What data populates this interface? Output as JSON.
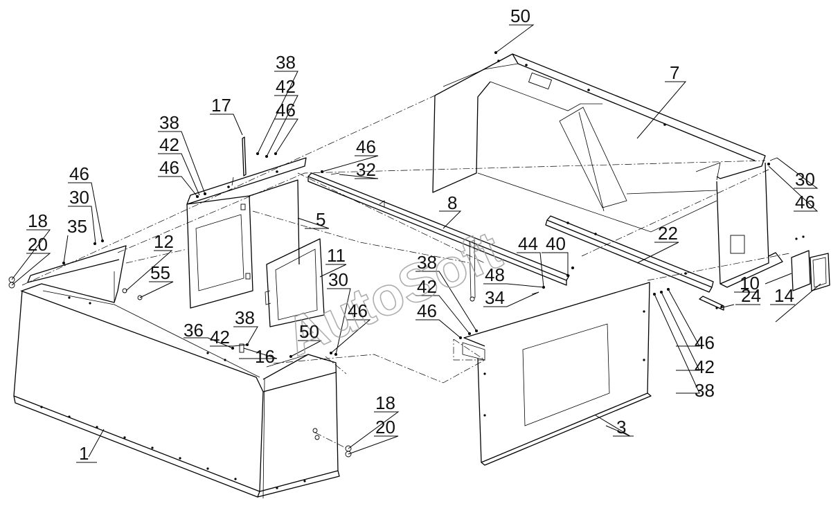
{
  "watermark": "AutoSoft",
  "callouts": [
    {
      "id": "c50a",
      "text": "50"
    },
    {
      "id": "c38a",
      "text": "38"
    },
    {
      "id": "c42a",
      "text": "42"
    },
    {
      "id": "c46a",
      "text": "46"
    },
    {
      "id": "c17",
      "text": "17"
    },
    {
      "id": "c38b",
      "text": "38"
    },
    {
      "id": "c42b",
      "text": "42"
    },
    {
      "id": "c46b",
      "text": "46"
    },
    {
      "id": "c46c",
      "text": "46"
    },
    {
      "id": "c32",
      "text": "32"
    },
    {
      "id": "c7",
      "text": "7"
    },
    {
      "id": "c30a",
      "text": "30"
    },
    {
      "id": "c46d",
      "text": "46"
    },
    {
      "id": "c46e",
      "text": "46"
    },
    {
      "id": "c30b",
      "text": "30"
    },
    {
      "id": "c18a",
      "text": "18"
    },
    {
      "id": "c20a",
      "text": "20"
    },
    {
      "id": "c35",
      "text": "35"
    },
    {
      "id": "c5",
      "text": "5"
    },
    {
      "id": "c8",
      "text": "8"
    },
    {
      "id": "c22",
      "text": "22"
    },
    {
      "id": "c12",
      "text": "12"
    },
    {
      "id": "c55",
      "text": "55"
    },
    {
      "id": "c11",
      "text": "11"
    },
    {
      "id": "c30c",
      "text": "30"
    },
    {
      "id": "c44",
      "text": "44"
    },
    {
      "id": "c40",
      "text": "40"
    },
    {
      "id": "c48",
      "text": "48"
    },
    {
      "id": "c34",
      "text": "34"
    },
    {
      "id": "c10",
      "text": "10"
    },
    {
      "id": "c24",
      "text": "24"
    },
    {
      "id": "c14",
      "text": "14"
    },
    {
      "id": "c38c",
      "text": "38"
    },
    {
      "id": "c42c",
      "text": "42"
    },
    {
      "id": "c46f",
      "text": "46"
    },
    {
      "id": "c38d",
      "text": "38"
    },
    {
      "id": "c42d",
      "text": "42"
    },
    {
      "id": "c36",
      "text": "36"
    },
    {
      "id": "c16",
      "text": "16"
    },
    {
      "id": "c50b",
      "text": "50"
    },
    {
      "id": "c46g",
      "text": "46"
    },
    {
      "id": "c46h",
      "text": "46"
    },
    {
      "id": "c42e",
      "text": "42"
    },
    {
      "id": "c38e",
      "text": "38"
    },
    {
      "id": "c18b",
      "text": "18"
    },
    {
      "id": "c20b",
      "text": "20"
    },
    {
      "id": "c1",
      "text": "1"
    },
    {
      "id": "c3",
      "text": "3"
    }
  ]
}
